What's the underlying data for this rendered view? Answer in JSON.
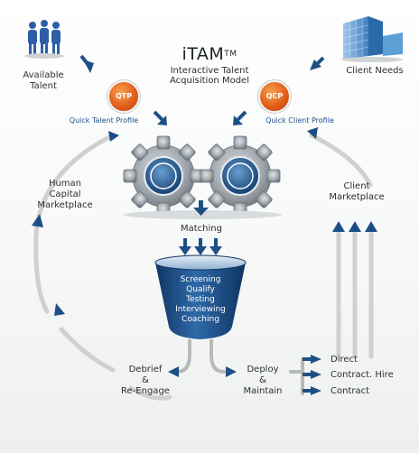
{
  "title": "iTAM",
  "trademark": "TM",
  "subtitle_line1": "Interactive Talent",
  "subtitle_line2": "Acquisition Model",
  "available_talent_line1": "Available",
  "available_talent_line2": "Talent",
  "client_needs": "Client Needs",
  "qtp_badge": "QTP",
  "qcp_badge": "QCP",
  "quick_talent_profile": "Quick Talent Profile",
  "quick_client_profile": "Quick Client Profile",
  "human_capital_line1": "Human",
  "human_capital_line2": "Capital",
  "human_capital_line3": "Marketplace",
  "client_marketplace_line1": "Client",
  "client_marketplace_line2": "Marketplace",
  "matching": "Matching",
  "funnel_items": [
    "Screening",
    "Qualify",
    "Testing",
    "Interviewing",
    "Coaching"
  ],
  "debrief_line1": "Debrief",
  "debrief_line2": "&",
  "debrief_line3": "Re-Engage",
  "deploy_line1": "Deploy",
  "deploy_line2": "&",
  "deploy_line3": "Maintain",
  "outcomes": [
    "Direct",
    "Contract. Hire",
    "Contract"
  ],
  "colors": {
    "arrow_blue": "#1d4f86",
    "badge_orange": "#e35f1a",
    "funnel_blue": "#1a4a7f",
    "loop_gray": "#cfd0cc",
    "gear_gray": "#8d969c"
  },
  "icons": {
    "people": "people-group-icon",
    "building": "office-building-icon",
    "gears": "gears-icon",
    "funnel": "funnel-icon"
  }
}
